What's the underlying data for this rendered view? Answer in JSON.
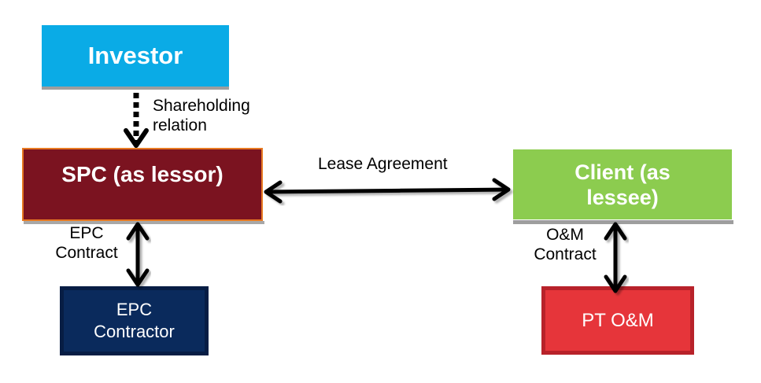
{
  "nodes": {
    "investor": {
      "label": "Investor",
      "color": "#0aabe6"
    },
    "spc": {
      "label": "SPC (as lessor)",
      "color": "#7b1320",
      "border_color": "#e87a22"
    },
    "client": {
      "label_line1": "Client (as",
      "label_line2": "lessee)",
      "color": "#8ccc4f"
    },
    "epc_contractor": {
      "label_line1": "EPC",
      "label_line2": "Contractor",
      "color": "#0a2a5c"
    },
    "pt_om": {
      "label": "PT O&M",
      "color": "#e6353a"
    }
  },
  "edges": {
    "shareholding": {
      "label_line1": "Shareholding",
      "label_line2": "relation",
      "style": "dashed",
      "direction": "investor-to-spc"
    },
    "lease": {
      "label": "Lease Agreement",
      "style": "solid",
      "direction": "bidirectional"
    },
    "epc_contract": {
      "label_line1": "EPC",
      "label_line2": "Contract",
      "style": "solid",
      "direction": "bidirectional"
    },
    "om_contract": {
      "label_line1": "O&M",
      "label_line2": "Contract",
      "style": "solid",
      "direction": "bidirectional"
    }
  }
}
